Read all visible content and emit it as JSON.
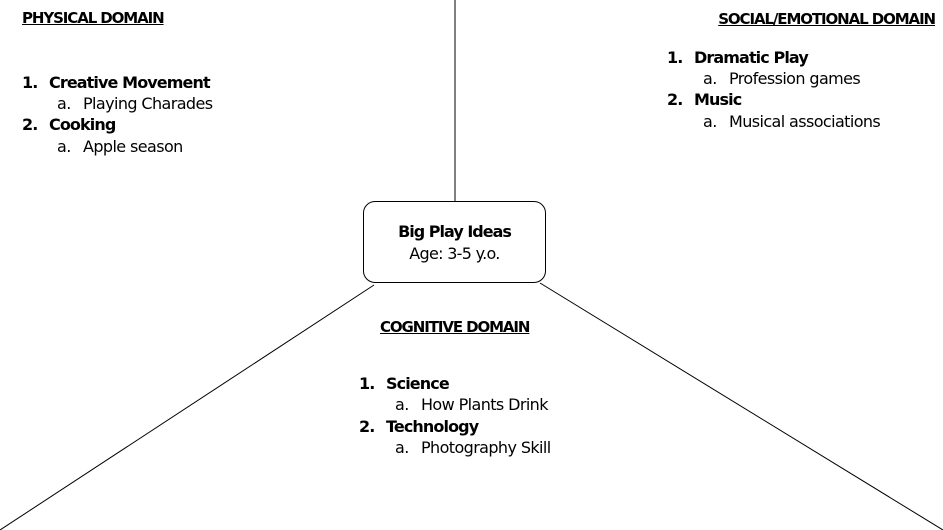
{
  "center": {
    "title": "Big Play Ideas",
    "subtitle": "Age: 3-5 y.o."
  },
  "physical": {
    "title": "PHYSICAL DOMAIN",
    "items": [
      {
        "num": "1.",
        "label": "Creative Movement",
        "sub_num": "a.",
        "sub_label": "Playing Charades"
      },
      {
        "num": "2.",
        "label": "Cooking",
        "sub_num": "a.",
        "sub_label": "Apple season"
      }
    ]
  },
  "social": {
    "title": "SOCIAL/EMOTIONAL DOMAIN",
    "items": [
      {
        "num": "1.",
        "label": "Dramatic Play",
        "sub_num": "a.",
        "sub_label": "Profession games"
      },
      {
        "num": "2.",
        "label": "Music",
        "sub_num": "a.",
        "sub_label": "Musical associations"
      }
    ]
  },
  "cognitive": {
    "title": "COGNITIVE DOMAIN",
    "items": [
      {
        "num": "1.",
        "label": "Science",
        "sub_num": "a.",
        "sub_label": "How Plants Drink"
      },
      {
        "num": "2.",
        "label": "Technology",
        "sub_num": "a.",
        "sub_label": "Photography Skill"
      }
    ]
  }
}
